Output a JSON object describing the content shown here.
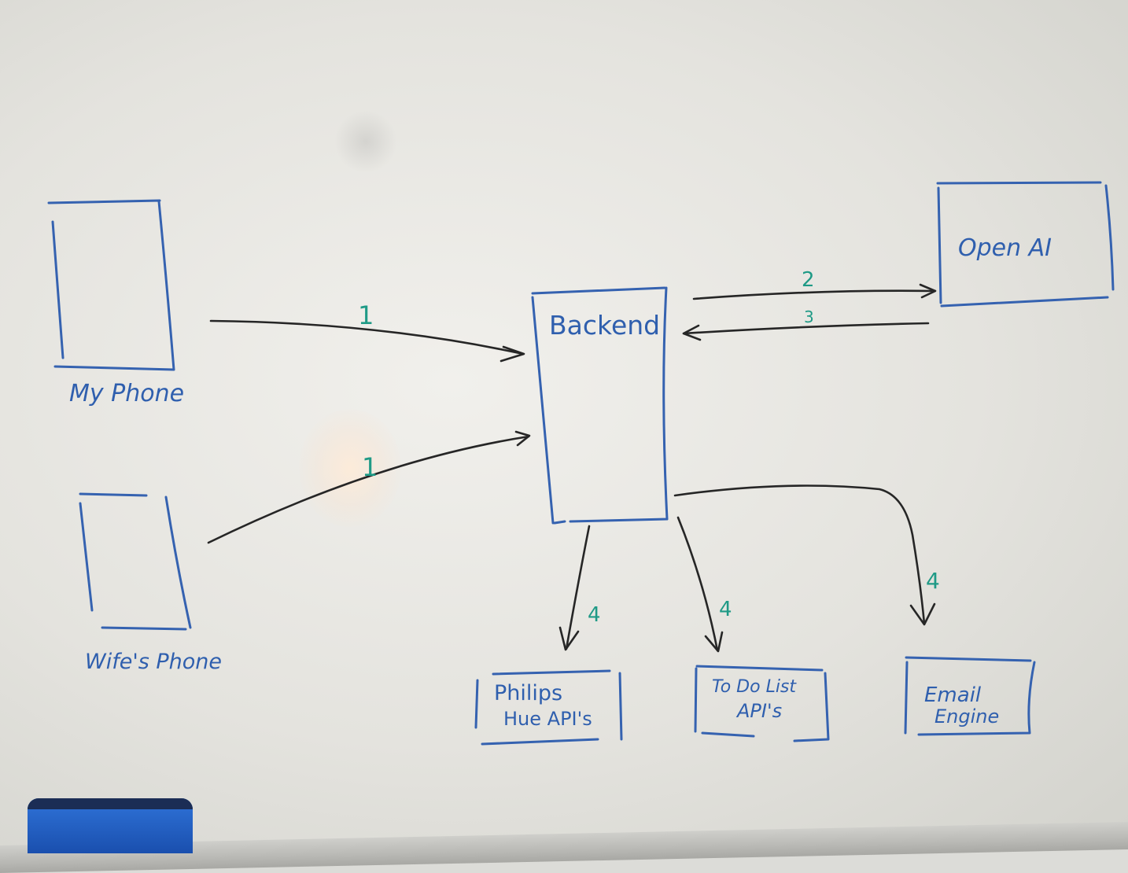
{
  "nodes": {
    "my_phone": "My Phone",
    "wifes_phone": "Wife's Phone",
    "backend": "Backend",
    "openai": "Open AI",
    "hue_line1": "Philips",
    "hue_line2": "Hue API's",
    "todo_line1": "To Do List",
    "todo_line2": "API's",
    "email_line1": "Email",
    "email_line2": "Engine"
  },
  "steps": {
    "myphone_to_backend": "1",
    "wifephone_to_backend": "1",
    "backend_to_openai": "2",
    "openai_to_backend": "3",
    "backend_to_hue": "4",
    "backend_to_todo": "4",
    "backend_to_email": "4"
  },
  "colors": {
    "marker_blue": "#3562b0",
    "marker_green": "#1f9a86",
    "marker_black": "#262626"
  }
}
